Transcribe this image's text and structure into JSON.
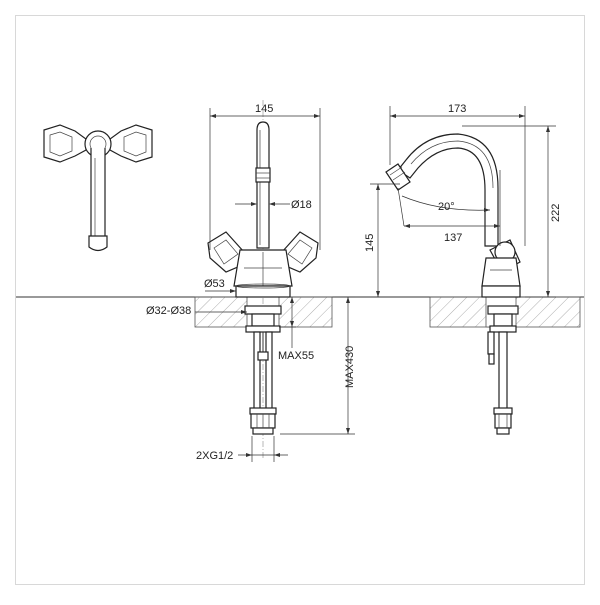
{
  "diagram": {
    "front_view": {
      "width_label": "145",
      "spout_diameter_label": "Ø18",
      "base_diameter_label": "Ø53",
      "hole_label": "Ø32-Ø38",
      "max_thickness_label": "MAX55",
      "max_hose_label": "MAX430",
      "connection_label": "2XG1/2"
    },
    "side_view": {
      "reach_label": "173",
      "angle_label": "20°",
      "inner_reach_label": "137",
      "spout_height_label": "145",
      "total_height_label": "222"
    }
  }
}
